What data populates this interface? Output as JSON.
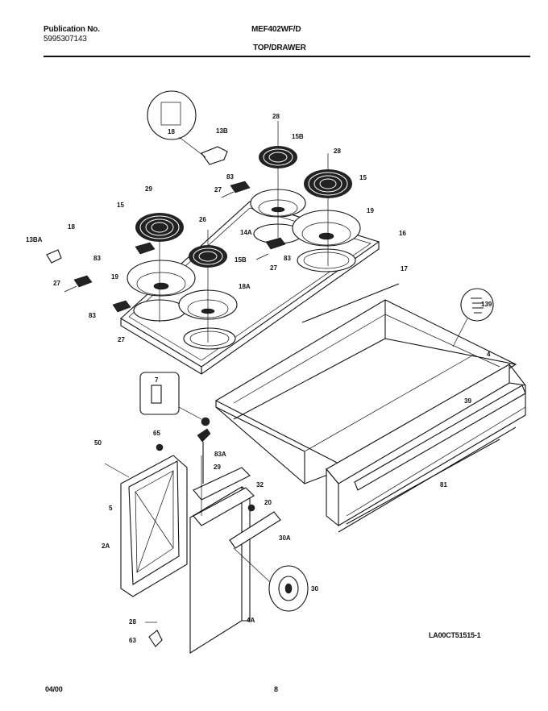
{
  "header": {
    "pub_label": "Publication No.",
    "pub_number": "5995307143",
    "model": "MEF402WF/D",
    "section": "TOP/DRAWER"
  },
  "footer": {
    "date": "04/00",
    "page": "8",
    "drawing_id": "LA00CT51515-1"
  },
  "callouts": {
    "c28a": "28",
    "c15b_top": "15B",
    "c13b": "13B",
    "c18_inset": "18",
    "c28b": "28",
    "c15": "15",
    "c83_top": "83",
    "c27_top": "27",
    "c29": "29",
    "c15_left": "15",
    "c26": "26",
    "c19_right": "19",
    "c13ba": "13BA",
    "c18_left": "18",
    "c14a": "14A",
    "c16": "16",
    "c83_mid": "83",
    "c15b_mid": "15B",
    "c83_right": "83",
    "c27_right": "27",
    "c17": "17",
    "c27_left": "27",
    "c19_left": "19",
    "c18a": "18A",
    "c139": "139",
    "c83_left": "83",
    "c27_low": "27",
    "c4": "4",
    "c7": "7",
    "c39": "39",
    "c65": "65",
    "c50": "50",
    "c83a": "83A",
    "c29b": "29",
    "c32": "32",
    "c81": "81",
    "c5": "5",
    "c20": "20",
    "c2a": "2A",
    "c30a": "30A",
    "c30": "30",
    "c28c": "28",
    "c4a": "4A",
    "c63": "63"
  }
}
